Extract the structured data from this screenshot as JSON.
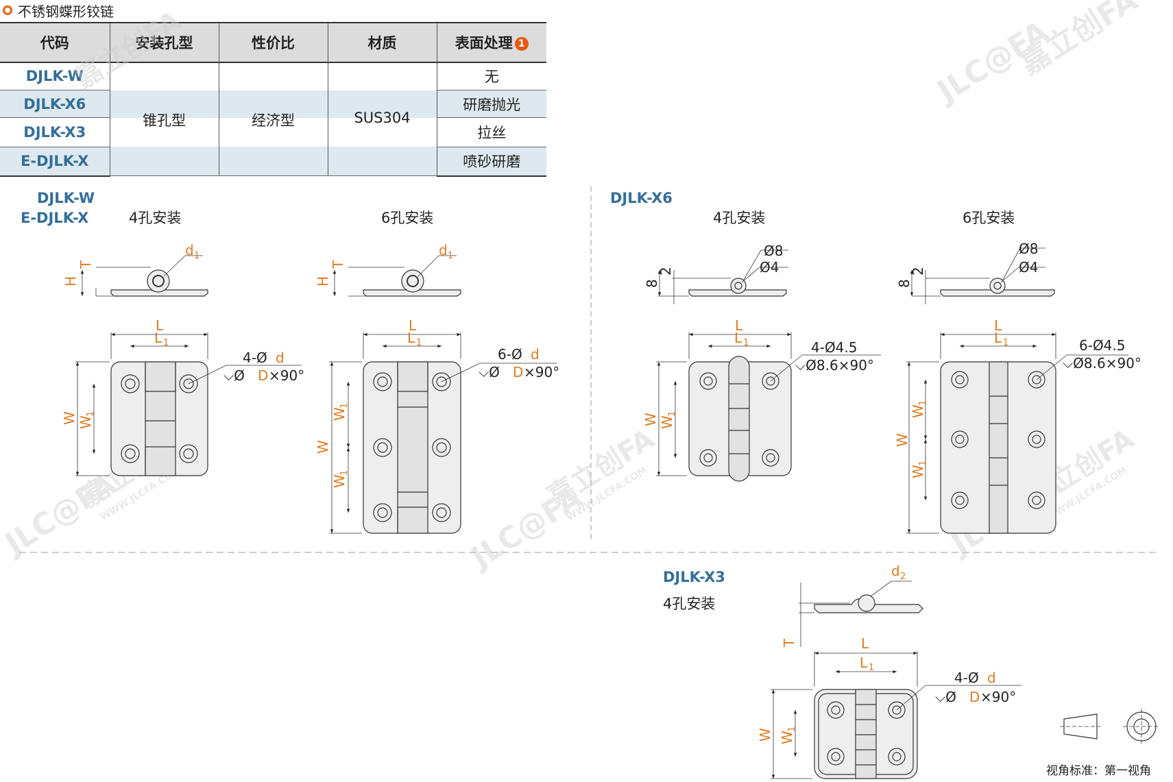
{
  "title": "不锈钢蝶形铰链",
  "table": {
    "headers": [
      "代码",
      "安装孔型",
      "性价比",
      "材质",
      "表面处理"
    ],
    "badge": "1",
    "codes": [
      "DJLK-W",
      "DJLK-X6",
      "DJLK-X3",
      "E-DJLK-X"
    ],
    "hole_type": "锥孔型",
    "cost": "经济型",
    "material": "SUS304",
    "finishes": [
      "无",
      "研磨抛光",
      "拉丝",
      "喷砂研磨"
    ]
  },
  "sections": {
    "a_code1": "DJLK-W",
    "a_code2": "E-DJLK-X",
    "b_code": "DJLK-X6",
    "c_code": "DJLK-X3",
    "four_hole": "4孔安装",
    "six_hole": "6孔安装"
  },
  "dims": {
    "L": "L",
    "L1": "L",
    "W": "W",
    "W1": "W",
    "H": "H",
    "T": "T",
    "d1": "d",
    "d2": "d",
    "sub1": "1",
    "sub2": "2",
    "n4": "4-Ø",
    "n6": "6-Ø",
    "d": "d",
    "csk": "⌵Ø",
    "D": "D",
    "deg": "×90°",
    "x6_od": "Ø8",
    "x6_id": "Ø4",
    "x6_h": "8",
    "x6_t": "2",
    "x6_4hole": "4-Ø4.5",
    "x6_6hole": "6-Ø4.5",
    "x6_csk": "⌵Ø8.6×90°"
  },
  "footer": {
    "view_standard": "视角标准：第一视角"
  },
  "watermark": {
    "logo": "JLC@FA",
    "cn": "嘉立创FA",
    "url": "WWW.JLCFA.COM"
  },
  "colors": {
    "accent": "#e8620f",
    "code": "#336f99",
    "dim_orange": "#e07b1e",
    "shade": "#dde9ee",
    "header": "#dcdcdc"
  }
}
